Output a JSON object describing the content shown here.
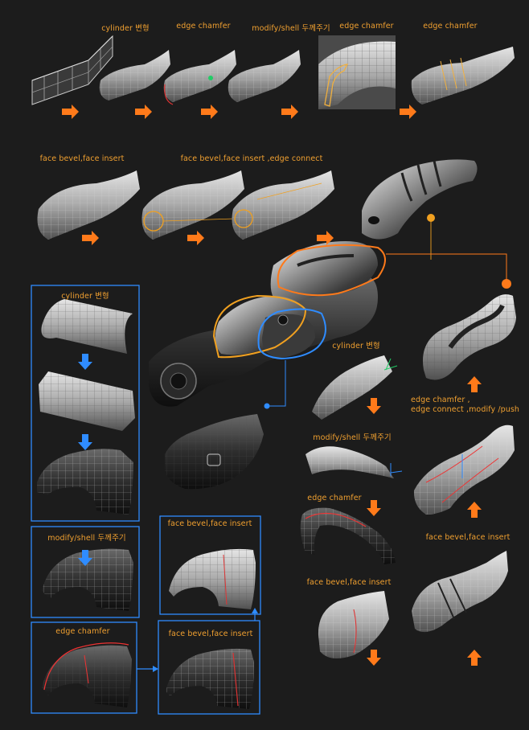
{
  "colors": {
    "background": "#1c1c1c",
    "label": "#f0a030",
    "arrow_orange": "#ff7a1a",
    "arrow_blue": "#2f8cff",
    "panel_border": "#2f8cff",
    "callout_orange": "#ff7a1a",
    "callout_yellow": "#f0a020"
  },
  "labels": {
    "row1_cylinder": "cylinder 변형",
    "row1_chamfer_a": "edge chamfer",
    "row1_shell": "modify/shell 두께주기",
    "row1_chamfer_b": "edge chamfer",
    "row1_chamfer_c": "edge chamfer",
    "row2_bevel": "face bevel,face insert",
    "row2_bevel_connect": "face bevel,face insert ,edge connect",
    "panel_cylinder": "cylinder 변형",
    "panel_shell": "modify/shell 두께주기",
    "panel_chamfer": "edge chamfer",
    "panel_bevel_top": "face bevel,face insert",
    "panel_bevel_bottom": "face bevel,face insert",
    "right_cylinder": "cylinder 변형",
    "right_chamfer_connect_1": "edge chamfer ,",
    "right_chamfer_connect_2": "edge connect ,modify /push",
    "right_shell": "modify/shell 두께주기",
    "right_chamfer": "edge chamfer",
    "right_bevel_left": "face bevel,face insert",
    "right_bevel_right": "face bevel,face insert"
  },
  "icons": {
    "arrow_right": "orange-arrow-right-icon",
    "arrow_down_orange": "orange-arrow-down-icon",
    "arrow_up_orange": "orange-arrow-up-icon",
    "arrow_down_blue": "blue-arrow-down-icon"
  }
}
